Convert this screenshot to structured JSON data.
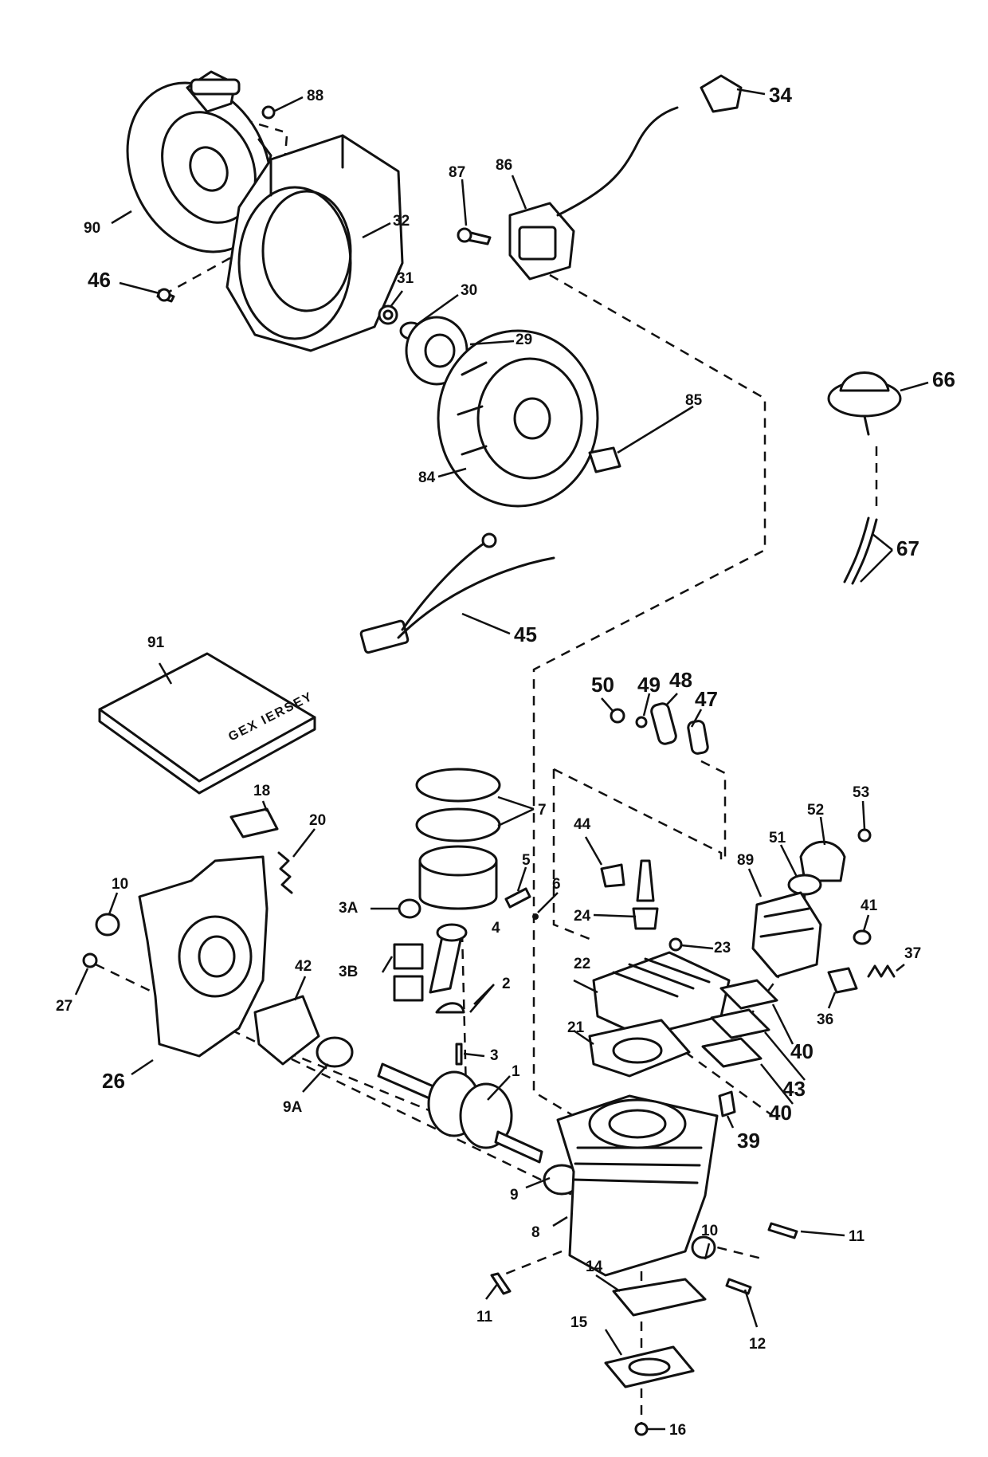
{
  "callouts": {
    "c1": "1",
    "c2": "2",
    "c3": "3",
    "c3A": "3A",
    "c3B": "3B",
    "c4": "4",
    "c5": "5",
    "c6": "6",
    "c7": "7",
    "c8": "8",
    "c9": "9",
    "c9A": "9A",
    "c10a": "10",
    "c10b": "10",
    "c11a": "11",
    "c11b": "11",
    "c12": "12",
    "c14": "14",
    "c15": "15",
    "c16": "16",
    "c18": "18",
    "c20": "20",
    "c21": "21",
    "c22": "22",
    "c23": "23",
    "c24": "24",
    "c26": "26",
    "c27": "27",
    "c29": "29",
    "c30": "30",
    "c31": "31",
    "c32": "32",
    "c34": "34",
    "c36": "36",
    "c37": "37",
    "c39": "39",
    "c40a": "40",
    "c40b": "40",
    "c41": "41",
    "c42": "42",
    "c43": "43",
    "c44": "44",
    "c45": "45",
    "c46": "46",
    "c47": "47",
    "c48": "48",
    "c49": "49",
    "c50": "50",
    "c51": "51",
    "c52": "52",
    "c53": "53",
    "c66": "66",
    "c67": "67",
    "c84": "84",
    "c85": "85",
    "c86": "86",
    "c87": "87",
    "c88": "88",
    "c89": "89",
    "c90": "90",
    "c91": "91"
  },
  "gasket_box_text": "GEX IERSEY"
}
